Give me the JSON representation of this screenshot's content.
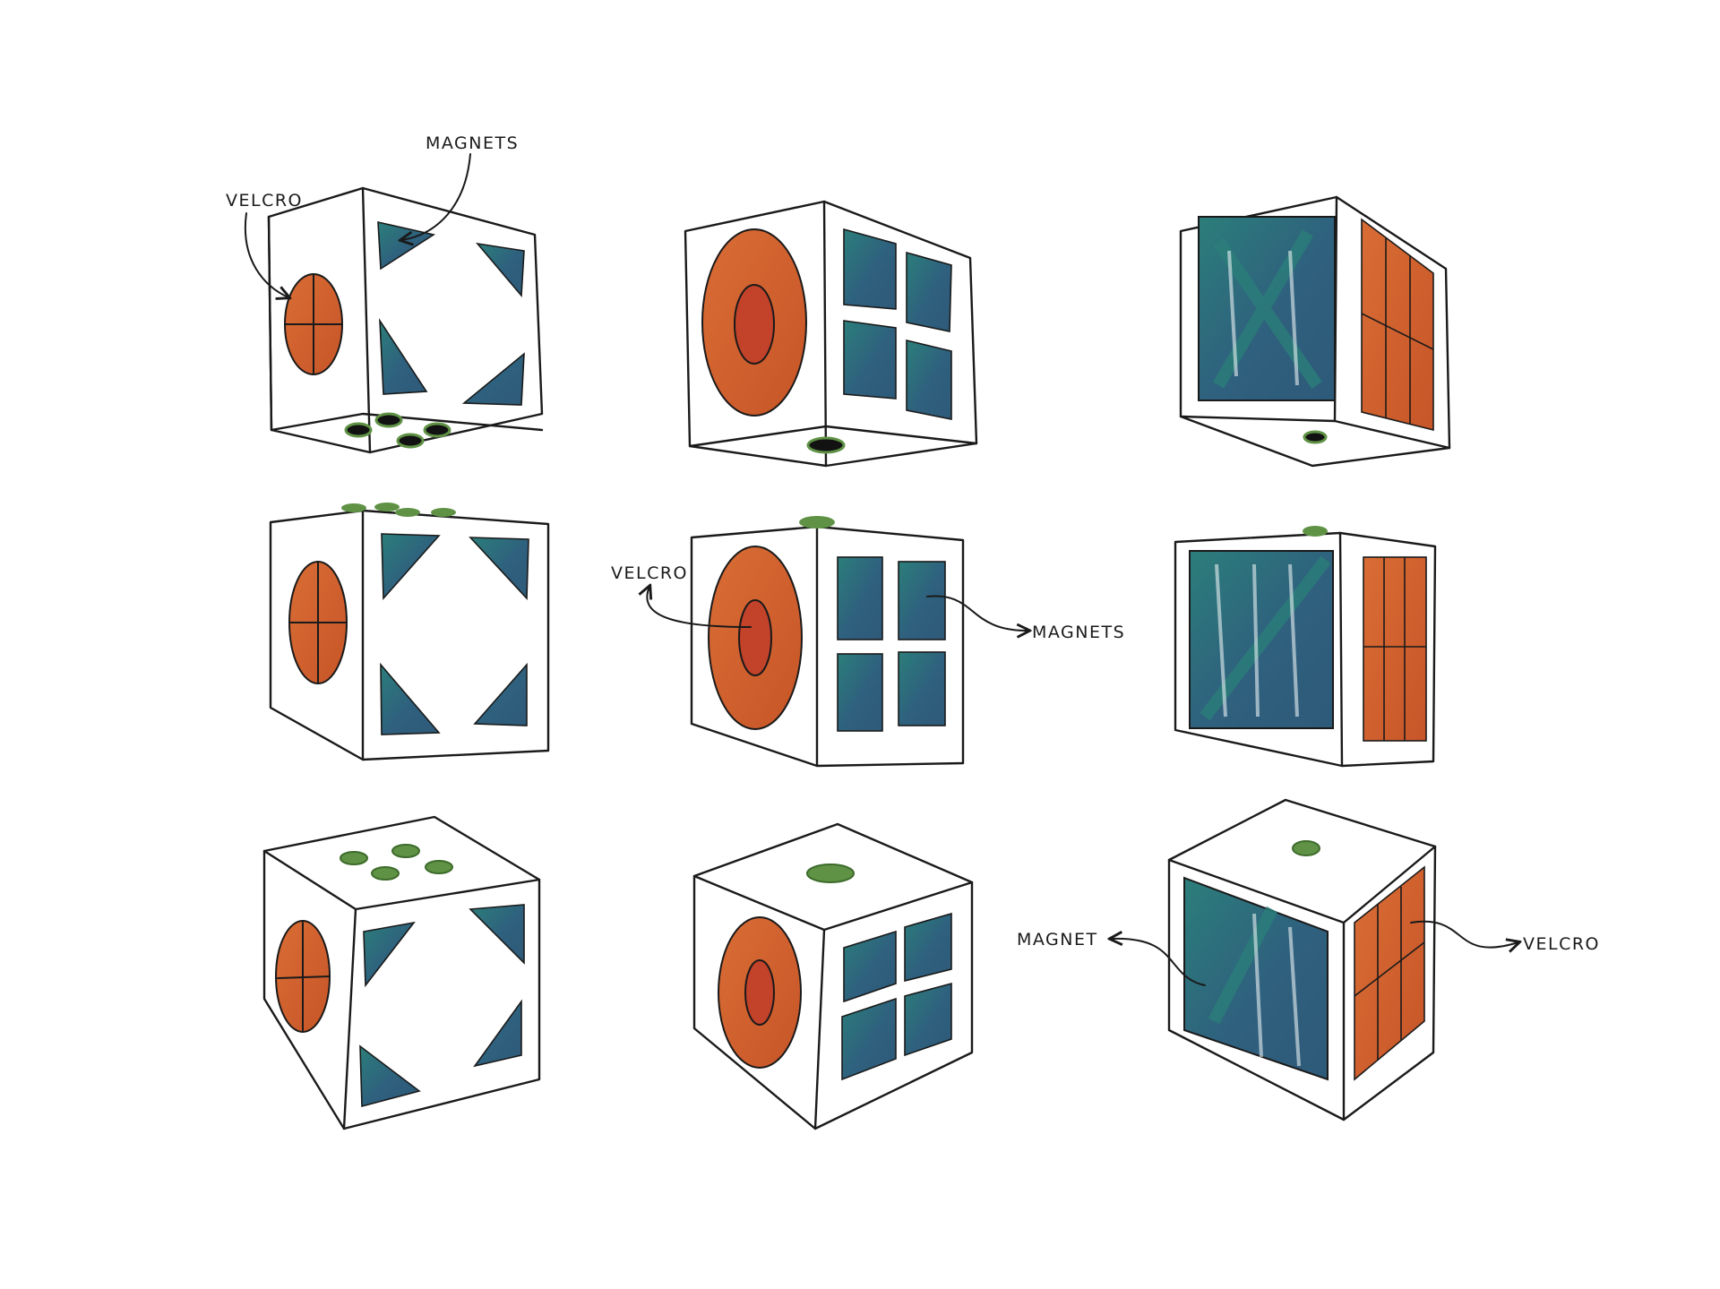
{
  "colors": {
    "background": "#ffffff",
    "ink": "#1a1a1a",
    "velcro_orange": "#d2642f",
    "velcro_red": "#c2422a",
    "magnet_blue": "#2f607e",
    "magnet_teal": "#2b7e7a",
    "dot_green": "#5f9245",
    "dot_green_dark": "#3d6b2b",
    "dot_black": "#121212"
  },
  "annotations": {
    "velcro_1": "VELCRO",
    "magnets_1": "MAGNETS",
    "velcro_2": "VELCRO",
    "magnets_2": "MAGNETS",
    "magnet_3": "MAGNET",
    "velcro_3": "VELCRO"
  },
  "icons": [
    "velcro-patch-icon",
    "magnet-pad-icon",
    "connector-dot-icon",
    "annotation-arrow-icon"
  ]
}
